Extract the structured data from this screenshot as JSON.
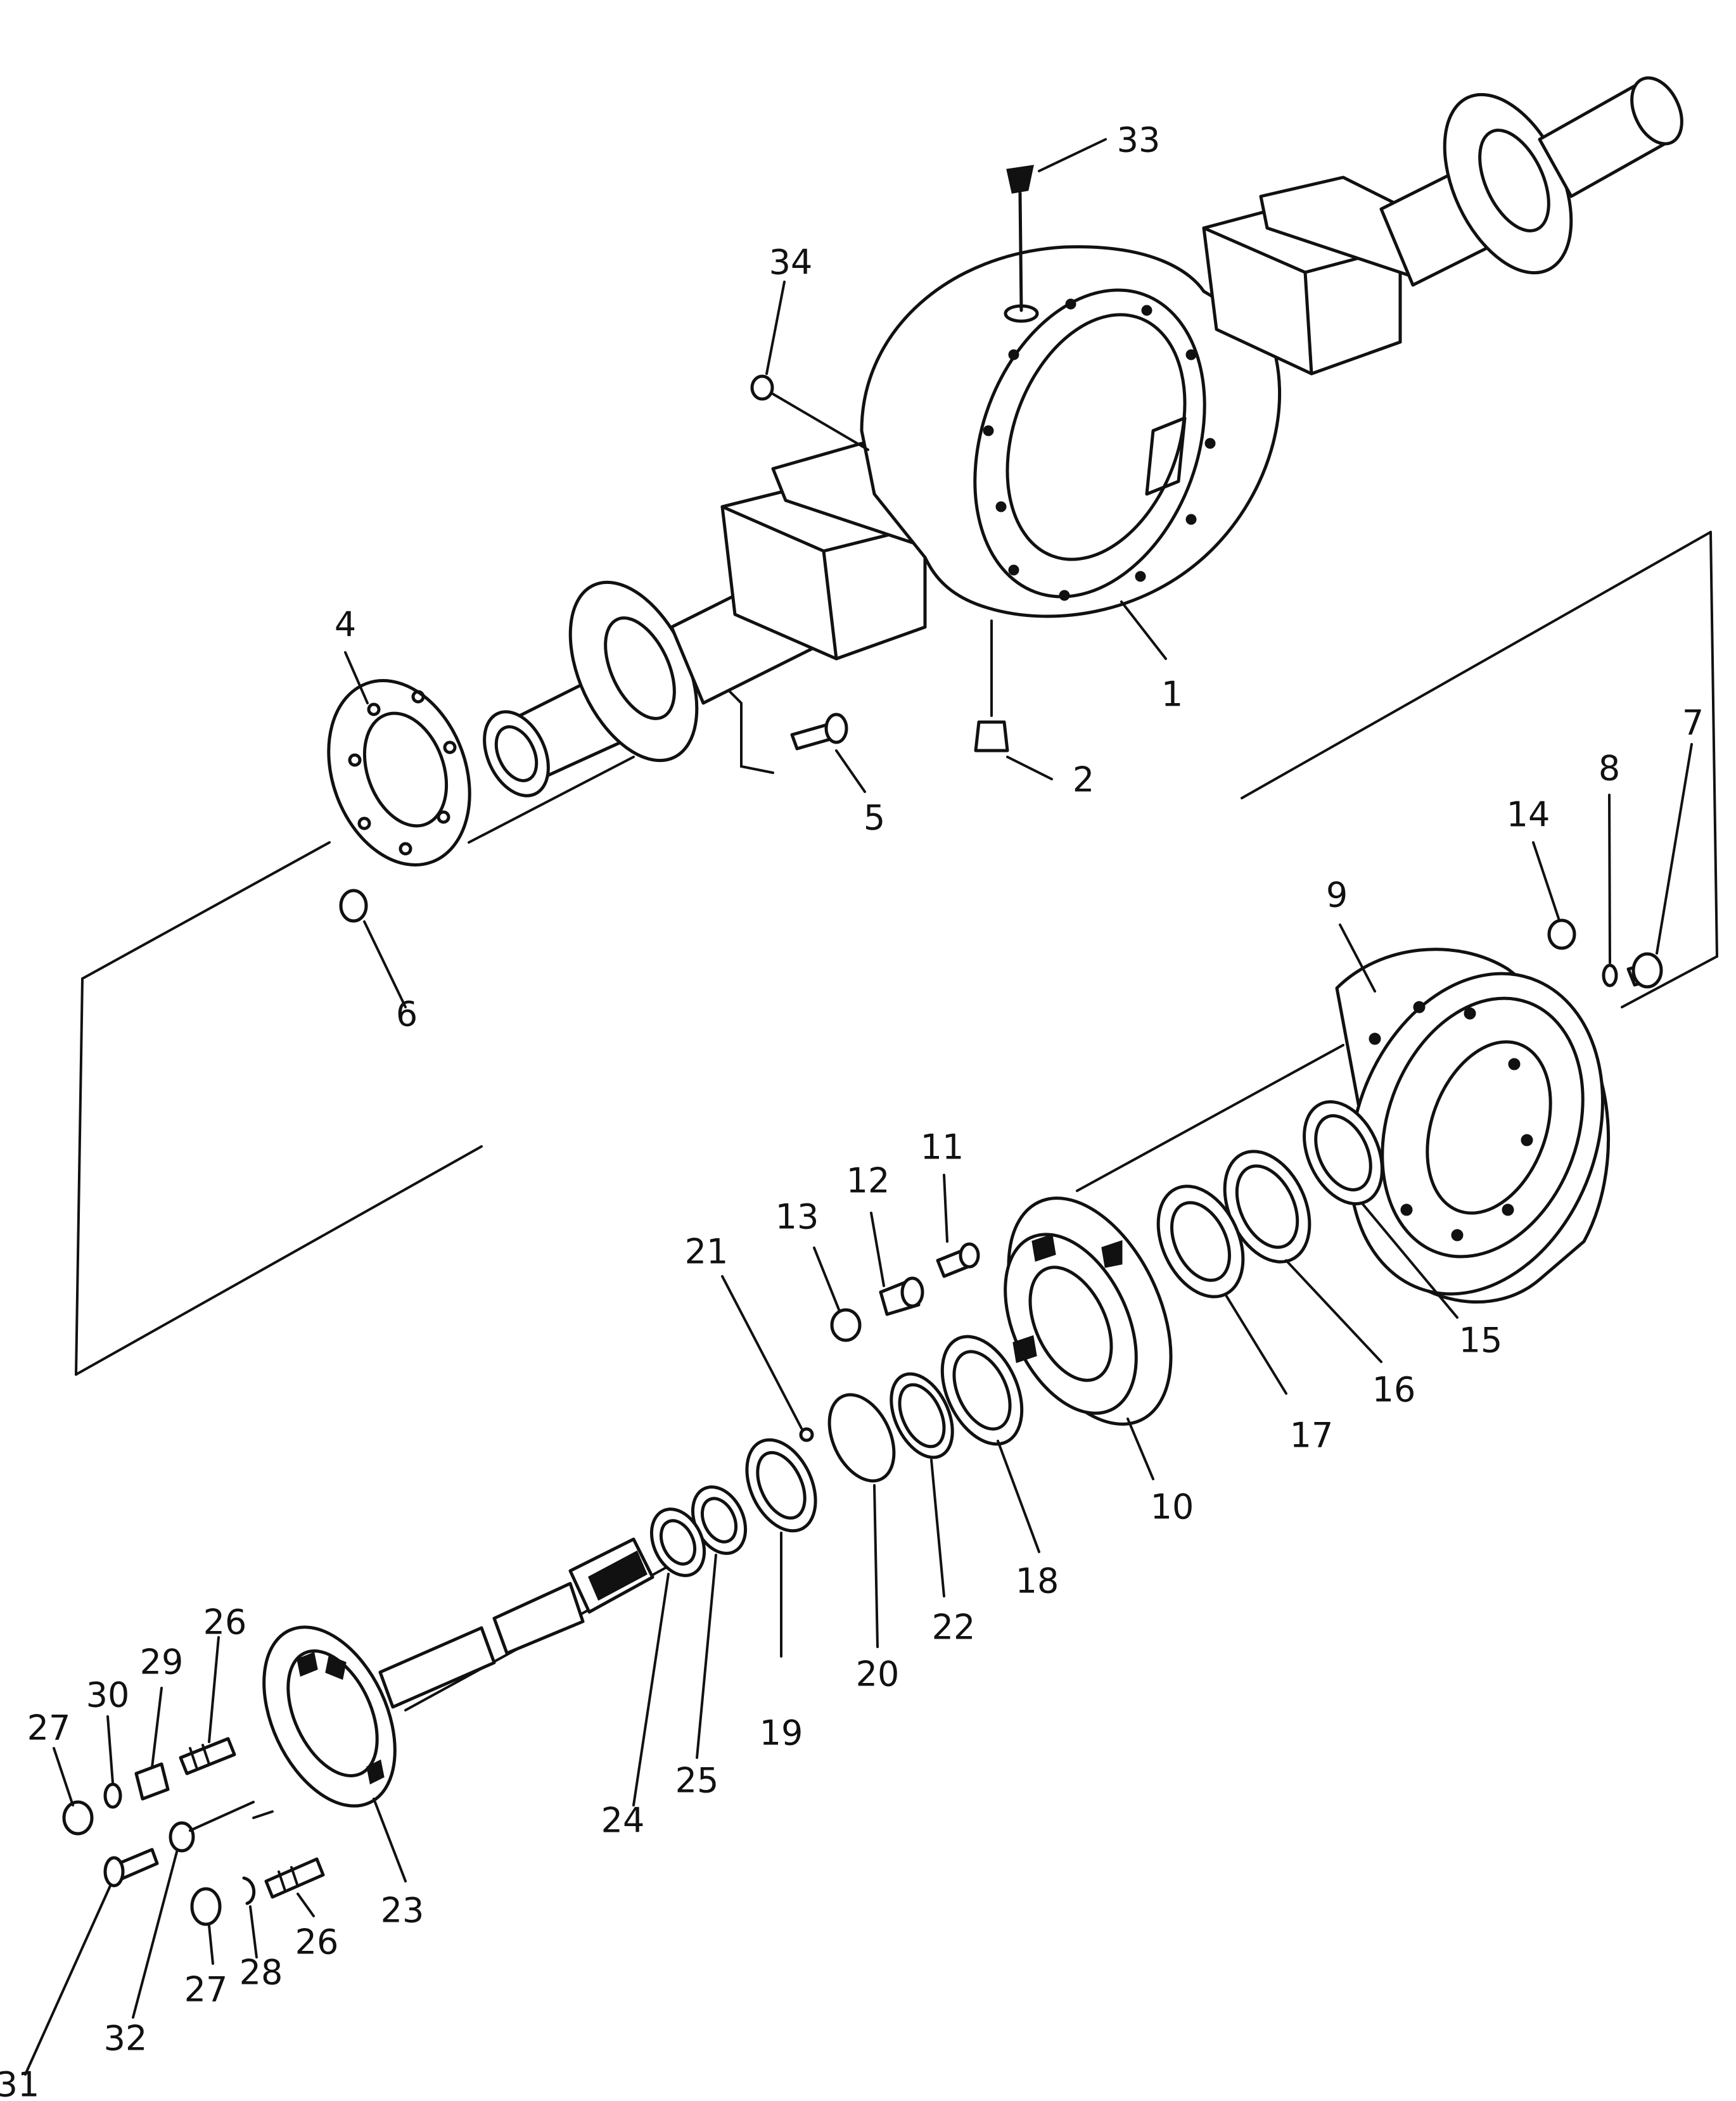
{
  "callouts": [
    {
      "id": "1",
      "text": "1"
    },
    {
      "id": "2",
      "text": "2"
    },
    {
      "id": "4",
      "text": "4"
    },
    {
      "id": "5",
      "text": "5"
    },
    {
      "id": "6",
      "text": "6"
    },
    {
      "id": "7",
      "text": "7"
    },
    {
      "id": "8",
      "text": "8"
    },
    {
      "id": "9",
      "text": "9"
    },
    {
      "id": "10",
      "text": "10"
    },
    {
      "id": "11",
      "text": "11"
    },
    {
      "id": "12",
      "text": "12"
    },
    {
      "id": "13",
      "text": "13"
    },
    {
      "id": "14",
      "text": "14"
    },
    {
      "id": "15",
      "text": "15"
    },
    {
      "id": "16",
      "text": "16"
    },
    {
      "id": "17",
      "text": "17"
    },
    {
      "id": "18",
      "text": "18"
    },
    {
      "id": "19",
      "text": "19"
    },
    {
      "id": "20",
      "text": "20"
    },
    {
      "id": "21",
      "text": "21"
    },
    {
      "id": "22",
      "text": "22"
    },
    {
      "id": "23",
      "text": "23"
    },
    {
      "id": "24",
      "text": "24"
    },
    {
      "id": "25",
      "text": "25"
    },
    {
      "id": "26a",
      "text": "26"
    },
    {
      "id": "26b",
      "text": "26"
    },
    {
      "id": "27a",
      "text": "27"
    },
    {
      "id": "27b",
      "text": "27"
    },
    {
      "id": "28",
      "text": "28"
    },
    {
      "id": "29",
      "text": "29"
    },
    {
      "id": "30",
      "text": "30"
    },
    {
      "id": "31",
      "text": "31"
    },
    {
      "id": "32",
      "text": "32"
    },
    {
      "id": "33",
      "text": "33"
    },
    {
      "id": "34",
      "text": "34"
    }
  ],
  "colors": {
    "line": "#111111",
    "background": "#ffffff"
  }
}
